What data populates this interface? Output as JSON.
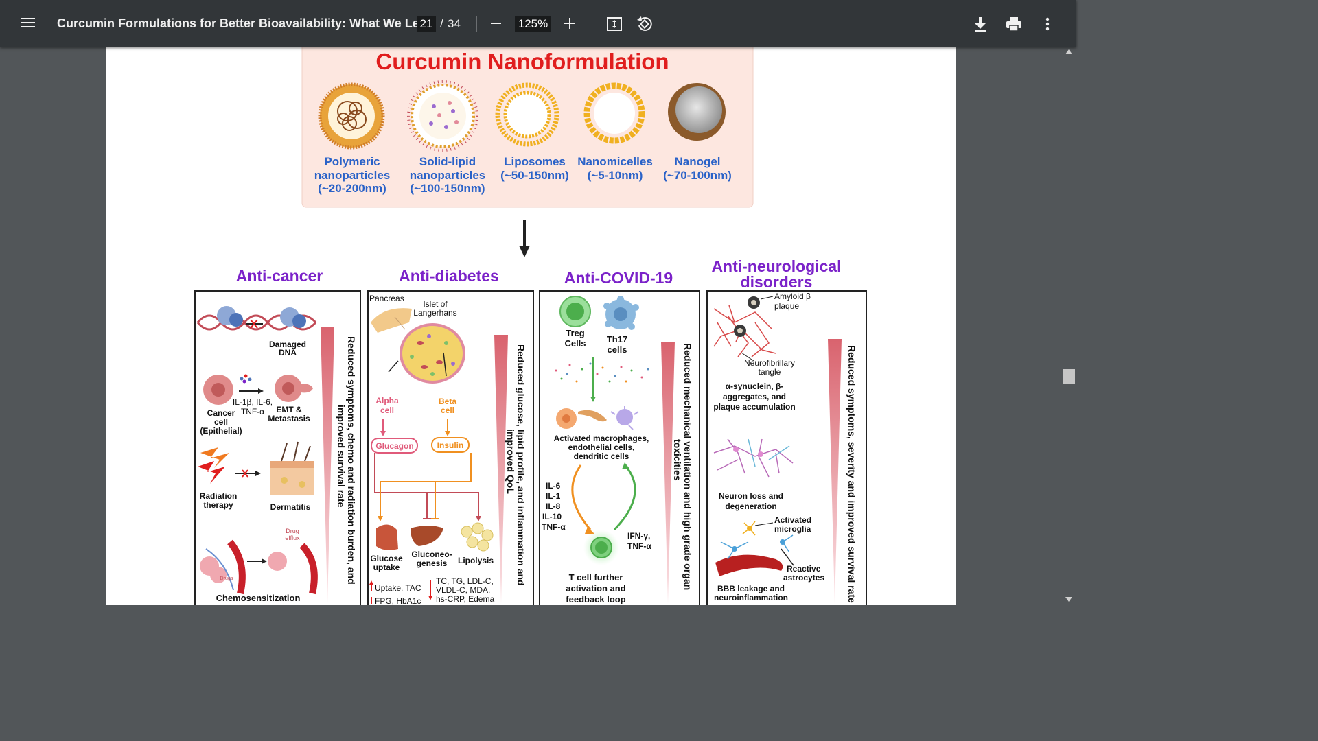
{
  "toolbar": {
    "title": "Curcumin Formulations for Better Bioavailability: What We Lea...",
    "page_current": "21",
    "page_separator": "/",
    "page_total": "34",
    "zoom": "125%"
  },
  "figure": {
    "header": "Curcumin Nanoformulation",
    "formulations": [
      {
        "line1": "Polymeric",
        "line2": "nanoparticles",
        "line3": "(~20-200nm)"
      },
      {
        "line1": "Solid-lipid",
        "line2": "nanoparticles",
        "line3": "(~100-150nm)"
      },
      {
        "line1": "Liposomes",
        "line2": "(~50-150nm)"
      },
      {
        "line1": "Nanomicelles",
        "line2": "(~5-10nm)"
      },
      {
        "line1": "Nanogel",
        "line2": "(~70-100nm)"
      }
    ],
    "panels": {
      "cancer": {
        "title": "Anti-cancer",
        "damaged_dna": [
          "Damaged",
          "DNA"
        ],
        "cytokines": [
          "IL-1β, IL-6,",
          "TNF-α"
        ],
        "cancer_cell": [
          "Cancer",
          "cell",
          "(Epithelial)"
        ],
        "emt": [
          "EMT &",
          "Metastasis"
        ],
        "radiation": [
          "Radiation",
          "therapy"
        ],
        "dermatitis": "Dermatitis",
        "drug_efflux": [
          "Drug",
          "efflux"
        ],
        "drugs": "Drugs",
        "chemo": "Chemosensitization",
        "side_label": [
          "Reduced symptoms, chemo and radiation burden, and",
          "improved survival rate"
        ]
      },
      "diabetes": {
        "title": "Anti-diabetes",
        "pancreas": "Pancreas",
        "islet": [
          "Islet of",
          "Langerhans"
        ],
        "alpha": [
          "Alpha",
          "cell"
        ],
        "beta": [
          "Beta",
          "cell"
        ],
        "glucagon": "Glucagon",
        "insulin": "Insulin",
        "glucose": [
          "Glucose",
          "uptake"
        ],
        "gluconeo": [
          "Gluconeo-",
          "genesis"
        ],
        "lipolysis": "Lipolysis",
        "up": "Uptake, TAC",
        "down": "FPG, HbA1c",
        "markers": [
          "TC, TG, LDL-C,",
          "VLDL-C, MDA,",
          "hs-CRP, Edema"
        ],
        "side_label": [
          "Reduced glucose, lipid profile, and inflammation and",
          "improved QoL"
        ]
      },
      "covid": {
        "title": "Anti-COVID-19",
        "treg": [
          "Treg",
          "Cells"
        ],
        "th17": [
          "Th17",
          "cells"
        ],
        "activated": [
          "Activated macrophages,",
          "endothelial cells,",
          "dendritic cells"
        ],
        "ils": [
          "IL-6",
          "IL-1",
          "IL-8",
          "IL-10",
          "TNF-α"
        ],
        "ifn": [
          "IFN-γ,",
          "TNF-α"
        ],
        "tcell": [
          "T cell further",
          "activation and",
          "feedback loop"
        ],
        "side_label": [
          "Reduced mechanical ventilation and high grade organ",
          "toxicities"
        ]
      },
      "neuro": {
        "title_line1": "Anti-neurological",
        "title_line2": "disorders",
        "amyloid": [
          "Amyloid β",
          "plaque"
        ],
        "tangle": [
          "Neurofibrillary",
          "tangle"
        ],
        "synuclein": [
          "α-synuclein, β-",
          "aggregates, and",
          "plaque accumulation"
        ],
        "neuron": [
          "Neuron loss and",
          "degeneration"
        ],
        "microglia": [
          "Activated",
          "microglia"
        ],
        "astro": [
          "Reactive",
          "astrocytes"
        ],
        "bbb": [
          "BBB leakage and",
          "neuroinflammation"
        ],
        "side_label": [
          "Reduced symptoms, severity and improved survival rate"
        ]
      }
    }
  },
  "colors": {
    "toolbar_bg": "#323639",
    "viewer_bg": "#525659",
    "header_red": "#e01e1e",
    "title_purple": "#7b22c9",
    "label_blue": "#2a62c8",
    "box_bg": "#fde7e0"
  }
}
